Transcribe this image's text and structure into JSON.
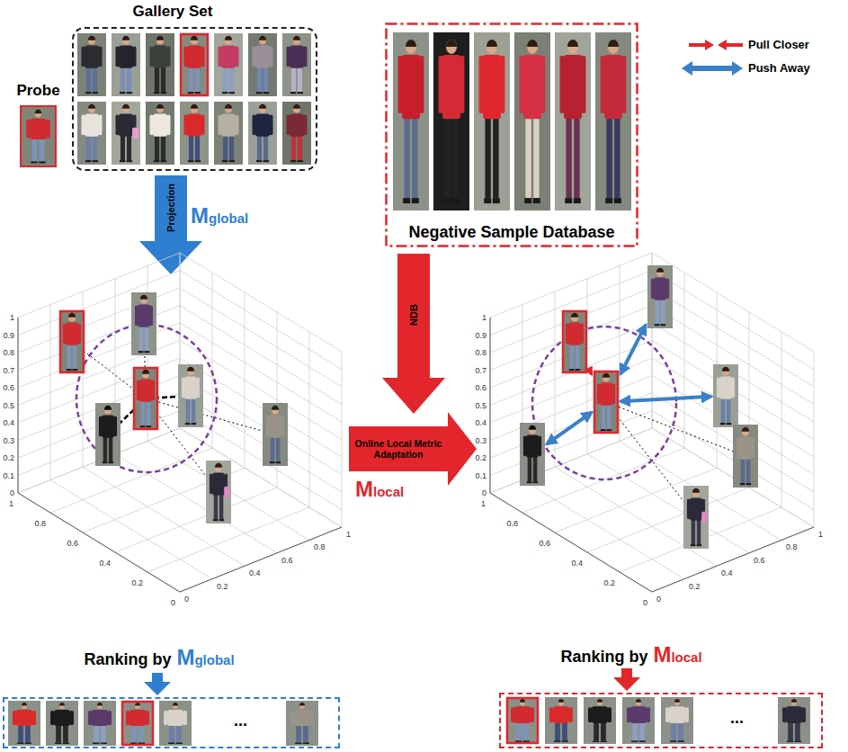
{
  "diagram": {
    "nodes": [
      {
        "text": [
          "Probe"
        ]
      },
      {
        "text": [
          "Gallery Set"
        ]
      },
      {
        "text": [
          "Negative Sample Database"
        ]
      },
      {
        "text": [
          "Ranking by",
          "M",
          "global",
          "..."
        ]
      },
      {
        "text": [
          "Ranking by",
          "M",
          "local",
          "..."
        ]
      }
    ],
    "labels": [
      "Projection",
      "M",
      "global",
      "NDB",
      "Online Local Metric Adaptation",
      "M",
      "local",
      "0",
      "0.1",
      "0.2",
      "0.3",
      "0.4",
      "0.5",
      "0.6",
      "0.7",
      "0.8",
      "0.9",
      "1",
      "1",
      "0.8",
      "0.6",
      "0.4",
      "0.2",
      "0",
      "0",
      "0.2",
      "0.4",
      "0.6",
      "0.8",
      "1",
      "0",
      "0.1",
      "0.2",
      "0.3",
      "0.4",
      "0.5",
      "0.6",
      "0.7",
      "0.8",
      "0.9",
      "1",
      "1",
      "0.8",
      "0.6",
      "0.4",
      "0.2",
      "0",
      "0",
      "0.2",
      "0.4",
      "0.6",
      "0.8",
      "1"
    ],
    "legend": [
      {
        "text": "Pull Closer"
      },
      {
        "text": "Push Away"
      }
    ]
  }
}
